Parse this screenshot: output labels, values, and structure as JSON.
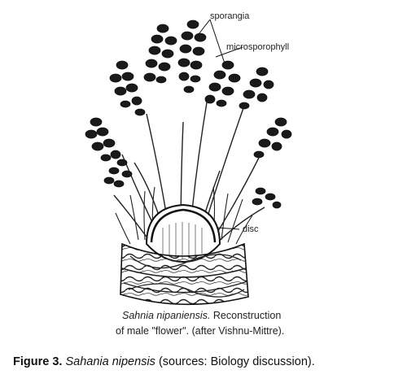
{
  "labels": {
    "sporangia": "sporangia",
    "microsporophyll": "microsporophyll",
    "disc": "disc"
  },
  "inner_caption": {
    "species": "Sahnia nipaniensis.",
    "text1": " Reconstruction",
    "line2": "of male \"flower\". (after Vishnu-Mittre)."
  },
  "figure_caption": {
    "label": "Figure 3.",
    "species": "Sahania nipensis",
    "source": " (sources: Biology discussion)."
  },
  "colors": {
    "ink": "#1a1a1a",
    "background": "#ffffff"
  }
}
